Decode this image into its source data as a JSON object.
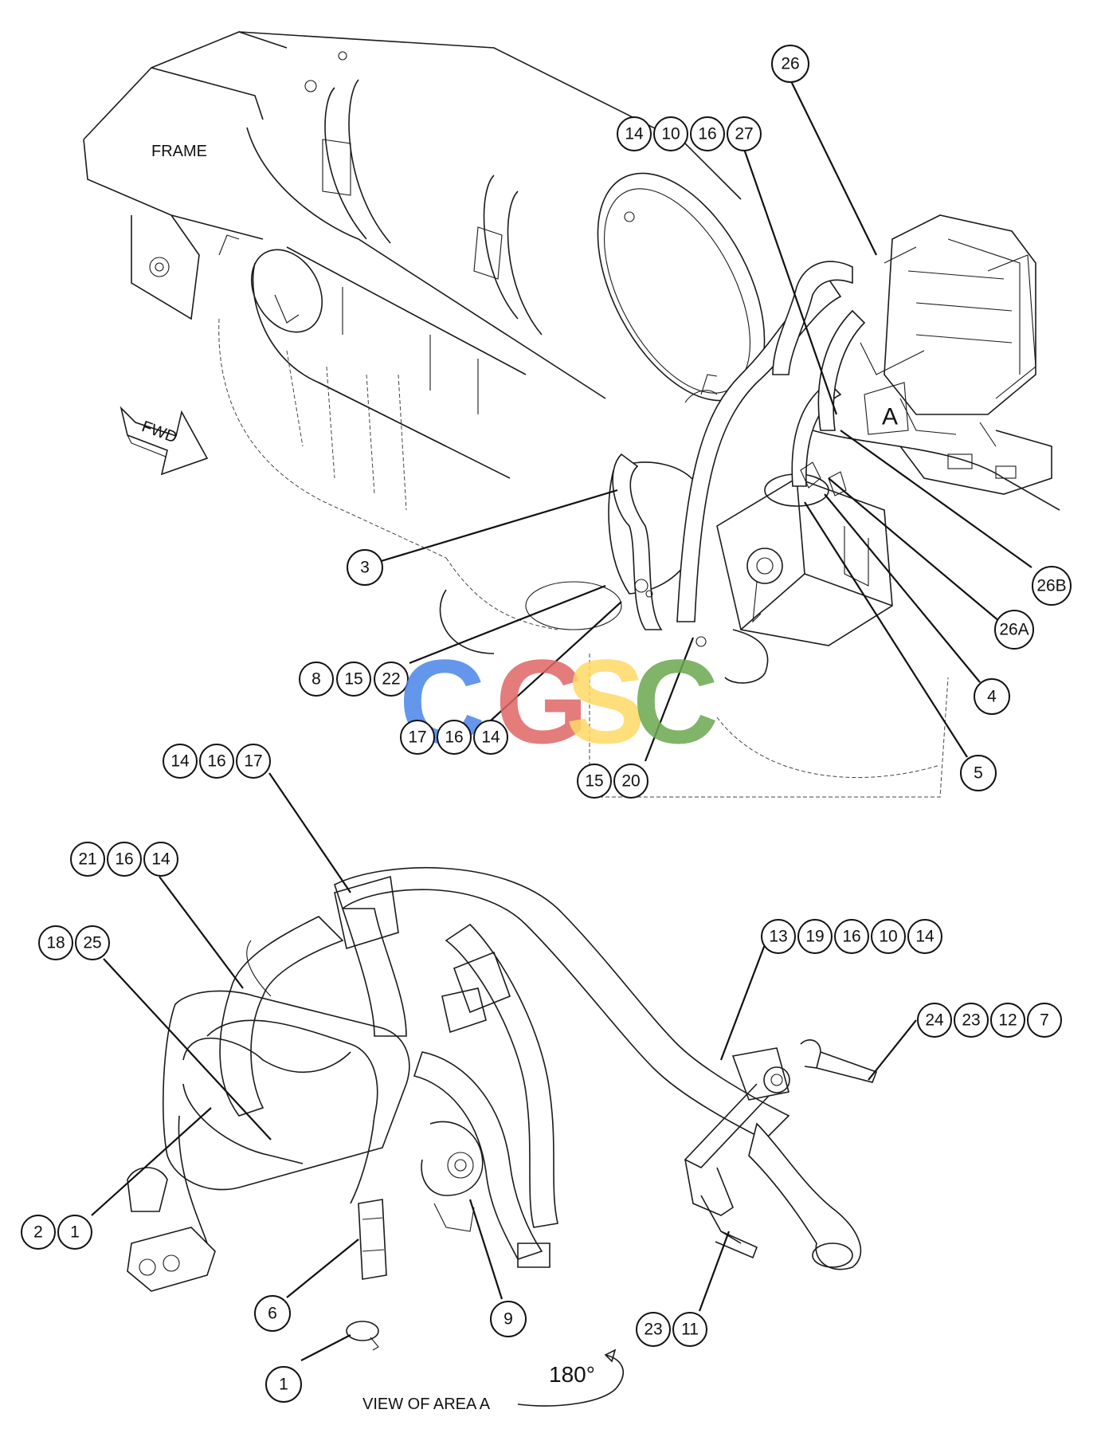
{
  "labels": {
    "frame": "FRAME",
    "fwd": "FWD",
    "area_a": "A",
    "view_caption": "VIEW OF AREA A",
    "rotation": "180°"
  },
  "watermark": {
    "letters": [
      "C",
      "G",
      "S",
      "C"
    ],
    "colors": [
      "#4a86e8",
      "#e06666",
      "#ffd966",
      "#6aa84f"
    ]
  },
  "callouts": {
    "c26": [
      "26"
    ],
    "c14_10_16_27": [
      "14",
      "10",
      "16",
      "27"
    ],
    "c3": [
      "3"
    ],
    "c26b": [
      "26B"
    ],
    "c26a": [
      "26A"
    ],
    "c8_15_22": [
      "8",
      "15",
      "22"
    ],
    "c4": [
      "4"
    ],
    "c17_16_14": [
      "17",
      "16",
      "14"
    ],
    "c5": [
      "5"
    ],
    "c15_20": [
      "15",
      "20"
    ],
    "c14_16_17": [
      "14",
      "16",
      "17"
    ],
    "c21_16_14": [
      "21",
      "16",
      "14"
    ],
    "c13_19_16_10_14": [
      "13",
      "19",
      "16",
      "10",
      "14"
    ],
    "c18_25": [
      "18",
      "25"
    ],
    "c24_23_12_7": [
      "24",
      "23",
      "12",
      "7"
    ],
    "c2_1": [
      "2",
      "1"
    ],
    "c6": [
      "6"
    ],
    "c9": [
      "9"
    ],
    "c23_11": [
      "23",
      "11"
    ],
    "c1": [
      "1"
    ]
  }
}
